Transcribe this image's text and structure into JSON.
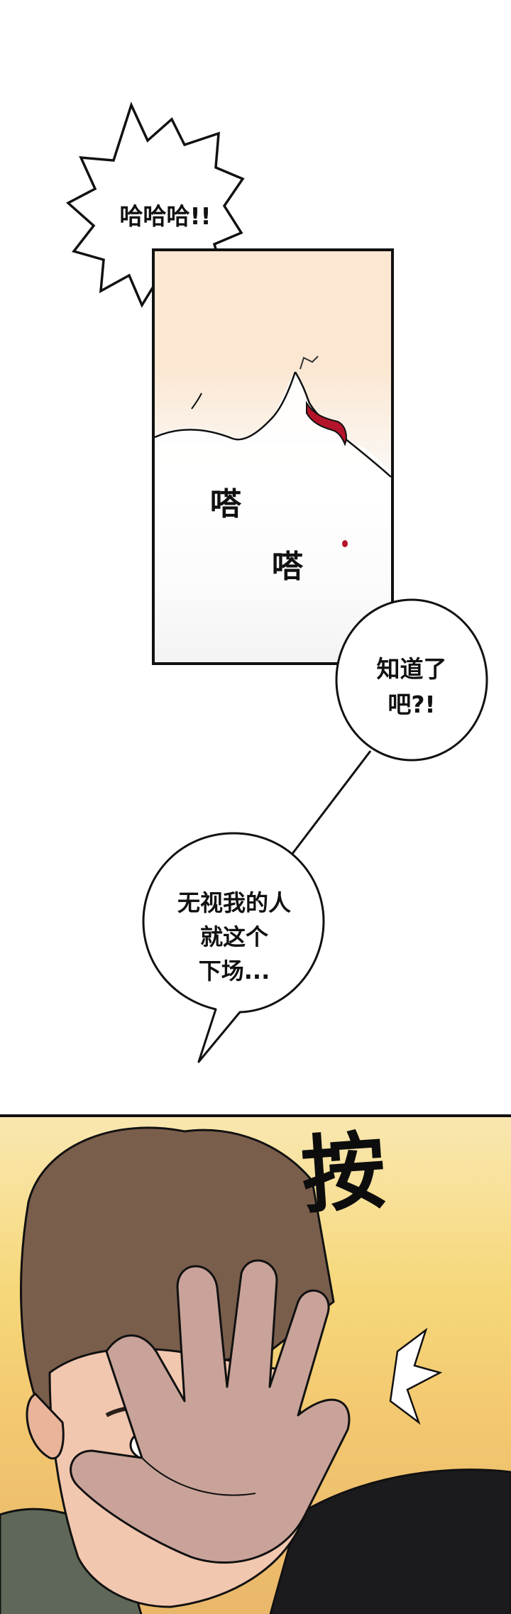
{
  "bubble_laugh": {
    "text": "哈哈哈!!"
  },
  "panel_drip": {
    "sfx_1": "嗒",
    "sfx_2": "嗒"
  },
  "bubble_know": {
    "lines": [
      "知道了",
      "吧?!"
    ]
  },
  "bubble_ignore": {
    "lines": [
      "无视我的人",
      "就这个",
      "下场..."
    ]
  },
  "panel_grab": {
    "sfx": "按"
  },
  "colors": {
    "ink": "#111111",
    "skin": "#fbe7d2",
    "blood": "#b3142a",
    "highlight": "#f6d87a",
    "hair": "#7a5e4c"
  }
}
